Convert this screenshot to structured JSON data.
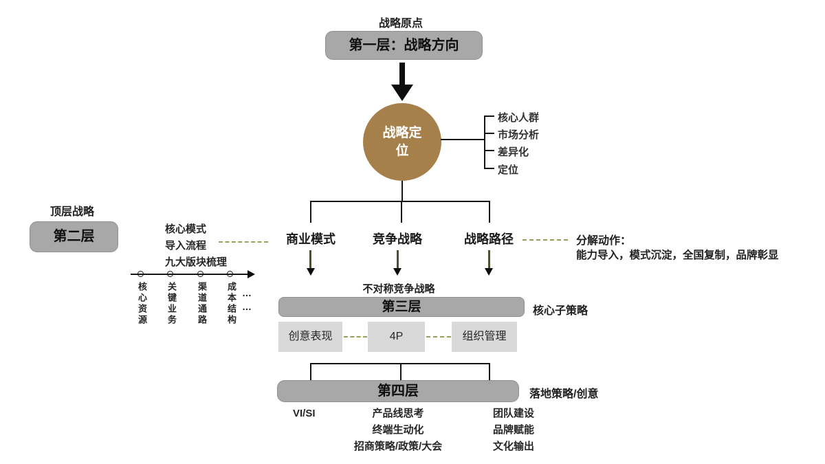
{
  "colors": {
    "accent_gold": "#a6804a",
    "bar_gray": "#a8a8a8",
    "box_light_gray": "#d9d9d9",
    "olive_dash": "#97a056",
    "line_black": "#151515"
  },
  "top": {
    "caption": "战略原点",
    "layer1_label": "第一层：战略方向"
  },
  "positioning": {
    "label": "战略定位",
    "items": [
      "核心人群",
      "市场分析",
      "差异化",
      "定位"
    ]
  },
  "left": {
    "caption": "顶层战略",
    "layer2_label": "第二层",
    "notes": [
      "核心模式",
      "导入流程",
      "九大版块梳理"
    ],
    "canvas_items": [
      "核心资源",
      "关键业务",
      "渠道通路",
      "成本结构"
    ],
    "ellipsis1": "…",
    "ellipsis2": "…"
  },
  "branches": {
    "items": [
      "商业模式",
      "竞争战略",
      "战略路径"
    ]
  },
  "decompose": {
    "title": "分解动作：",
    "detail": "能力导入，模式沉淀，全国复制，品牌彰显"
  },
  "layer3": {
    "caption": "不对称竞争战略",
    "label": "第三层",
    "side_label": "核心子策略",
    "boxes": [
      "创意表现",
      "4P",
      "组织管理"
    ]
  },
  "layer4": {
    "label": "第四层",
    "side_label": "落地策略/创意",
    "col1": [
      "VI/SI"
    ],
    "col2": [
      "产品线思考",
      "终端生动化",
      "招商策略/政策/大会"
    ],
    "col3": [
      "团队建设",
      "品牌赋能",
      "文化输出"
    ]
  }
}
